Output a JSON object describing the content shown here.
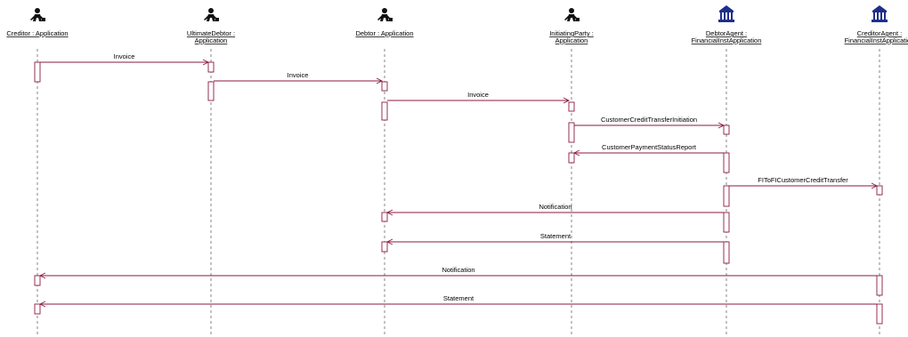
{
  "diagram": {
    "type": "sequence",
    "colors": {
      "message": "#8B1A3E",
      "lifeline": "#666666",
      "bank": "#1F2F8A",
      "person": "#111111"
    },
    "participants": [
      {
        "id": "creditor",
        "kind": "person-icon",
        "label_lines": [
          "Creditor : Application"
        ]
      },
      {
        "id": "ultimate-debtor",
        "kind": "person-icon",
        "label_lines": [
          "UltimateDebtor :",
          "Application"
        ]
      },
      {
        "id": "debtor",
        "kind": "person-icon",
        "label_lines": [
          "Debtor : Application"
        ]
      },
      {
        "id": "initiating-party",
        "kind": "person-icon",
        "label_lines": [
          "InitiatingParty :",
          "Application"
        ]
      },
      {
        "id": "debtor-agent",
        "kind": "bank-icon",
        "label_lines": [
          "DebtorAgent :",
          "FinancialInstApplication"
        ]
      },
      {
        "id": "creditor-agent",
        "kind": "bank-icon",
        "label_lines": [
          "CreditorAgent :",
          "FinancialInstApplication"
        ]
      }
    ],
    "messages": [
      {
        "from": "creditor",
        "to": "ultimate-debtor",
        "label": "Invoice"
      },
      {
        "from": "ultimate-debtor",
        "to": "debtor",
        "label": "Invoice"
      },
      {
        "from": "debtor",
        "to": "initiating-party",
        "label": "Invoice"
      },
      {
        "from": "initiating-party",
        "to": "debtor-agent",
        "label": "CustomerCreditTransferInitiation"
      },
      {
        "from": "debtor-agent",
        "to": "initiating-party",
        "label": "CustomerPaymentStatusReport"
      },
      {
        "from": "debtor-agent",
        "to": "creditor-agent",
        "label": "FIToFICustomerCreditTransfer"
      },
      {
        "from": "debtor-agent",
        "to": "debtor",
        "label": "Notification"
      },
      {
        "from": "debtor-agent",
        "to": "debtor",
        "label": "Statement"
      },
      {
        "from": "creditor-agent",
        "to": "creditor",
        "label": "Notification"
      },
      {
        "from": "creditor-agent",
        "to": "creditor",
        "label": "Statement"
      }
    ]
  }
}
